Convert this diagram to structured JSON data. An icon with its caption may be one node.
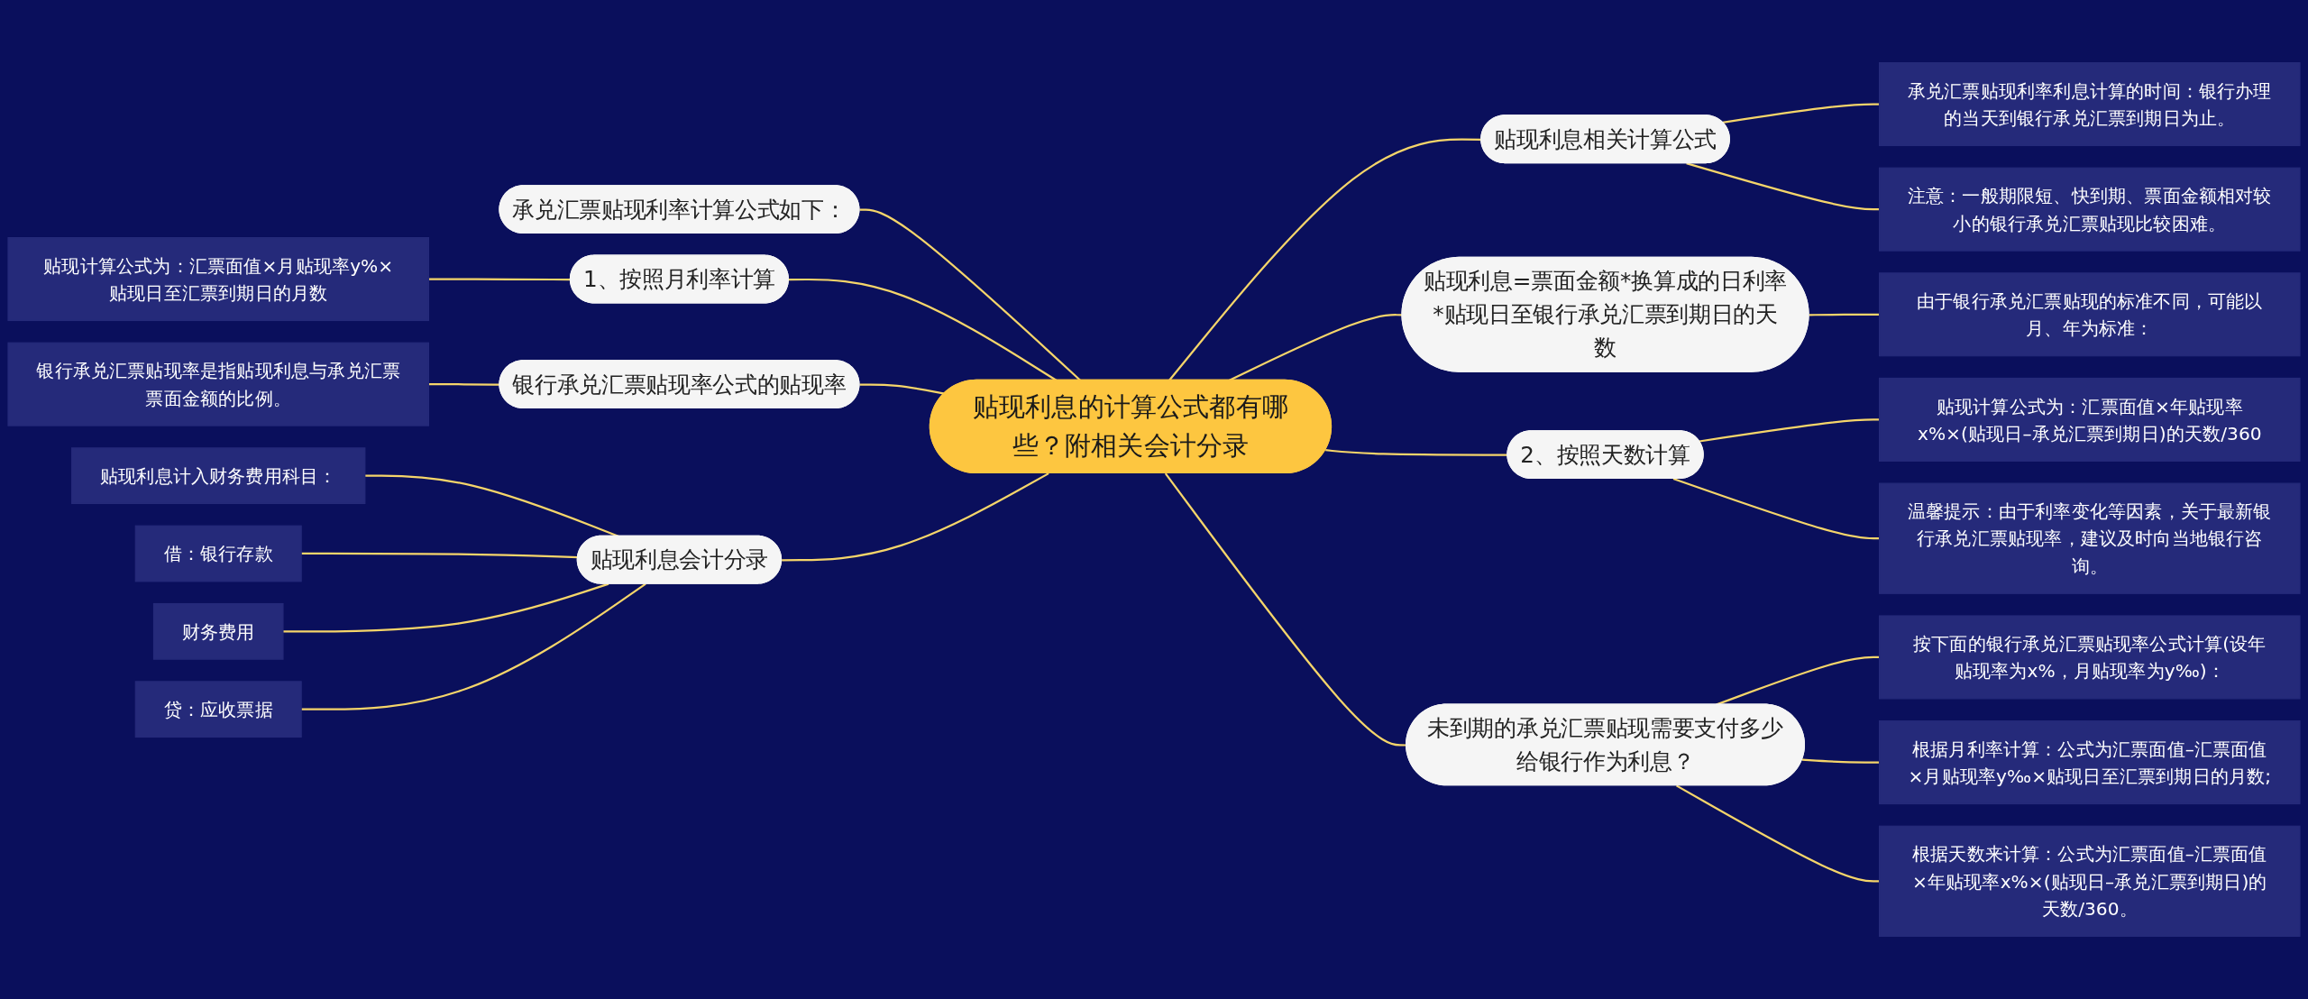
{
  "diagram": {
    "nodes": [
      {
        "text": [
          "贴现利息的计算公式都有哪些？附相关会计分录"
        ]
      },
      {
        "text": [
          "贴现利息相关计算公式"
        ]
      },
      {
        "text": [
          "承兑汇票贴现利率利息计算的时间：银行办理的当天到银行承兑汇票到期日为止。"
        ]
      },
      {
        "text": [
          "注意：一般期限短、快到期、票面金额相对较小的银行承兑汇票贴现比较困难。"
        ]
      },
      {
        "text": [
          "贴现利息=票面金额*换算成的日利率*贴现日至银行承兑汇票到期日的天数"
        ]
      },
      {
        "text": [
          "由于银行承兑汇票贴现的标准不同，可能以月、年为标准："
        ]
      },
      {
        "text": [
          "2、按照天数计算"
        ]
      },
      {
        "text": [
          "贴现计算公式为：汇票面值×年贴现率x%×(贴现日–承兑汇票到期日)的天数/360"
        ]
      },
      {
        "text": [
          "温馨提示：由于利率变化等因素，关于最新银行承兑汇票贴现率，建议及时向当地银行咨询。"
        ]
      },
      {
        "text": [
          "未到期的承兑汇票贴现需要支付多少给银行作为利息？"
        ]
      },
      {
        "text": [
          "按下面的银行承兑汇票贴现率公式计算(设年贴现率为x%，月贴现率为y‰)："
        ]
      },
      {
        "text": [
          "根据月利率计算：公式为汇票面值–汇票面值×月贴现率y‰×贴现日至汇票到期日的月数;"
        ]
      },
      {
        "text": [
          "根据天数来计算：公式为汇票面值–汇票面值×年贴现率x%×(贴现日–承兑汇票到期日)的天数/360。"
        ]
      },
      {
        "text": [
          "承兑汇票贴现利率计算公式如下："
        ]
      },
      {
        "text": [
          "1、按照月利率计算"
        ]
      },
      {
        "text": [
          "贴现计算公式为：汇票面值×月贴现率y%×贴现日至汇票到期日的月数"
        ]
      },
      {
        "text": [
          "银行承兑汇票贴现率公式的贴现率"
        ]
      },
      {
        "text": [
          "银行承兑汇票贴现率是指贴现利息与承兑汇票票面金额的比例。"
        ]
      },
      {
        "text": [
          "贴现利息会计分录"
        ]
      },
      {
        "text": [
          "贴现利息计入财务费用科目："
        ]
      },
      {
        "text": [
          "借：银行存款"
        ]
      },
      {
        "text": [
          "财务费用"
        ]
      },
      {
        "text": [
          "贷：应收票据"
        ]
      }
    ],
    "edges": [
      {
        "from": 0,
        "to": 1,
        "arrow": "none"
      },
      {
        "from": 1,
        "to": 2,
        "arrow": "none"
      },
      {
        "from": 1,
        "to": 3,
        "arrow": "none"
      },
      {
        "from": 0,
        "to": 4,
        "arrow": "none"
      },
      {
        "from": 4,
        "to": 5,
        "arrow": "none"
      },
      {
        "from": 0,
        "to": 6,
        "arrow": "none"
      },
      {
        "from": 6,
        "to": 7,
        "arrow": "none"
      },
      {
        "from": 6,
        "to": 8,
        "arrow": "none"
      },
      {
        "from": 0,
        "to": 9,
        "arrow": "none"
      },
      {
        "from": 9,
        "to": 10,
        "arrow": "none"
      },
      {
        "from": 9,
        "to": 11,
        "arrow": "none"
      },
      {
        "from": 9,
        "to": 12,
        "arrow": "none"
      },
      {
        "from": 13,
        "to": 0,
        "arrow": "none"
      },
      {
        "from": 14,
        "to": 0,
        "arrow": "none"
      },
      {
        "from": 15,
        "to": 14,
        "arrow": "none"
      },
      {
        "from": 16,
        "to": 0,
        "arrow": "none"
      },
      {
        "from": 17,
        "to": 16,
        "arrow": "none"
      },
      {
        "from": 18,
        "to": 0,
        "arrow": "none"
      },
      {
        "from": 19,
        "to": 18,
        "arrow": "none"
      },
      {
        "from": 20,
        "to": 18,
        "arrow": "none"
      },
      {
        "from": 21,
        "to": 18,
        "arrow": "none"
      },
      {
        "from": 22,
        "to": 18,
        "arrow": "none"
      }
    ]
  }
}
